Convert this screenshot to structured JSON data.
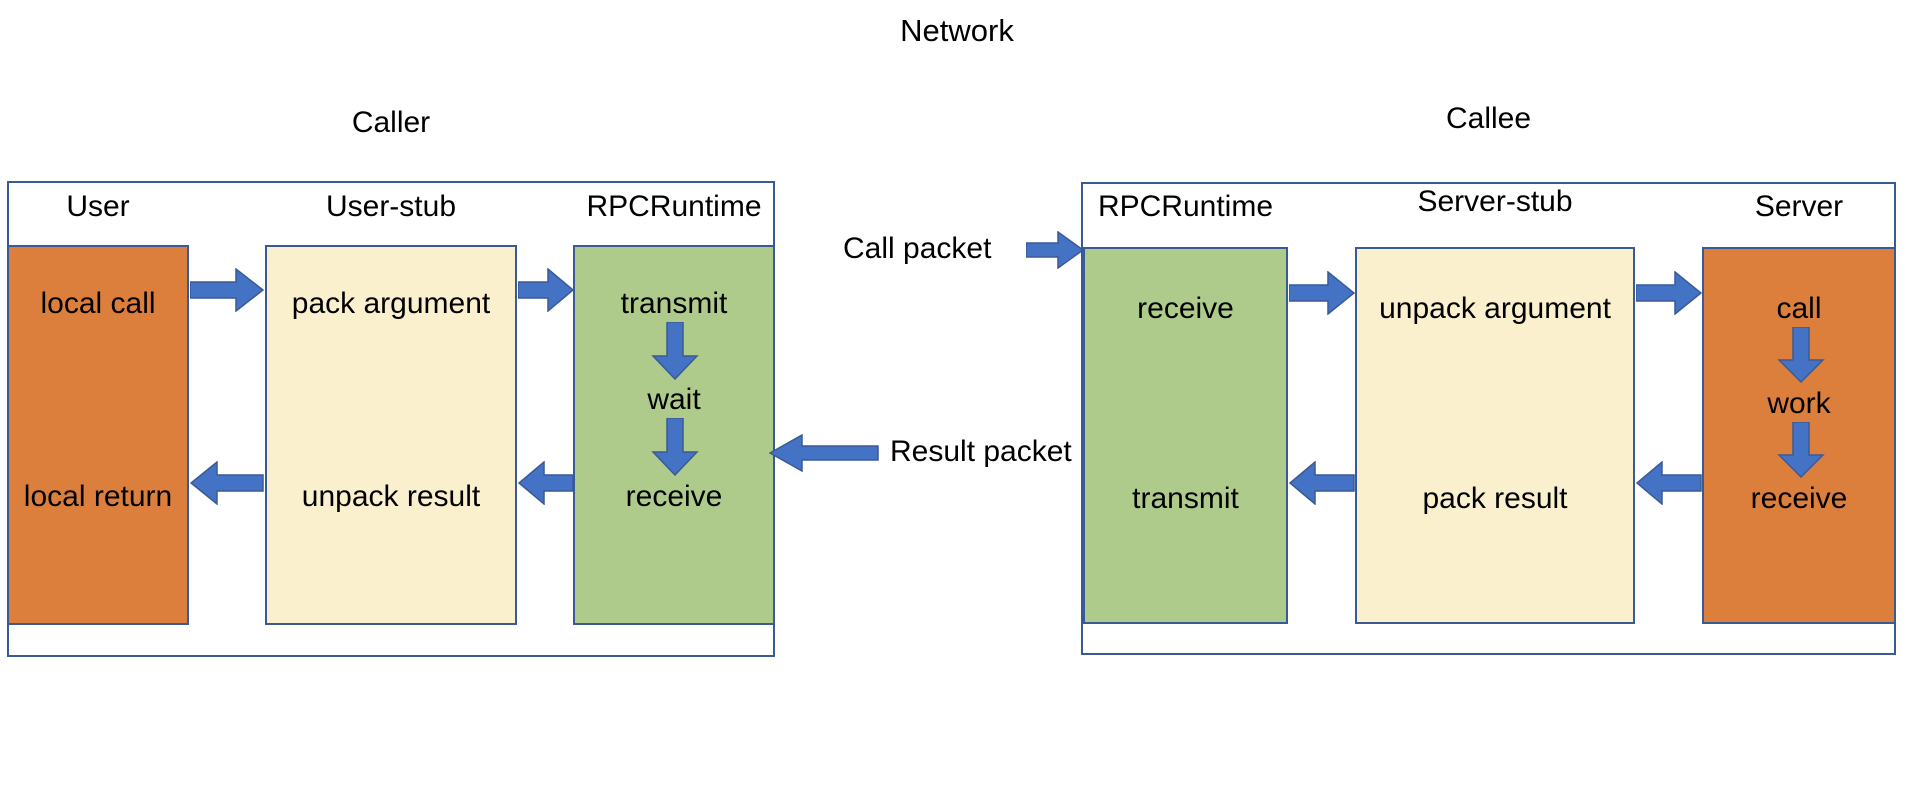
{
  "diagram": {
    "title": "Network",
    "colors": {
      "orange": "#DD7F3C",
      "cream": "#FAF0CD",
      "green": "#AFCB8B",
      "border": "#3A5A96",
      "arrow": "#4472C4"
    },
    "caller": {
      "title": "Caller",
      "columns": [
        {
          "header": "User",
          "fill": "orange",
          "steps": [
            "local call",
            "local return"
          ]
        },
        {
          "header": "User-stub",
          "fill": "cream",
          "steps": [
            "pack argument",
            "unpack result"
          ]
        },
        {
          "header": "RPCRuntime",
          "fill": "green",
          "steps": [
            "transmit",
            "wait",
            "receive"
          ]
        }
      ]
    },
    "callee": {
      "title": "Callee",
      "columns": [
        {
          "header": "RPCRuntime",
          "fill": "green",
          "steps": [
            "receive",
            "transmit"
          ]
        },
        {
          "header": "Server-stub",
          "fill": "cream",
          "steps": [
            "unpack argument",
            "pack result"
          ]
        },
        {
          "header": "Server",
          "fill": "orange",
          "steps": [
            "call",
            "work",
            "receive"
          ]
        }
      ]
    },
    "network": {
      "call_packet_label": "Call packet",
      "result_packet_label": "Result packet"
    }
  }
}
